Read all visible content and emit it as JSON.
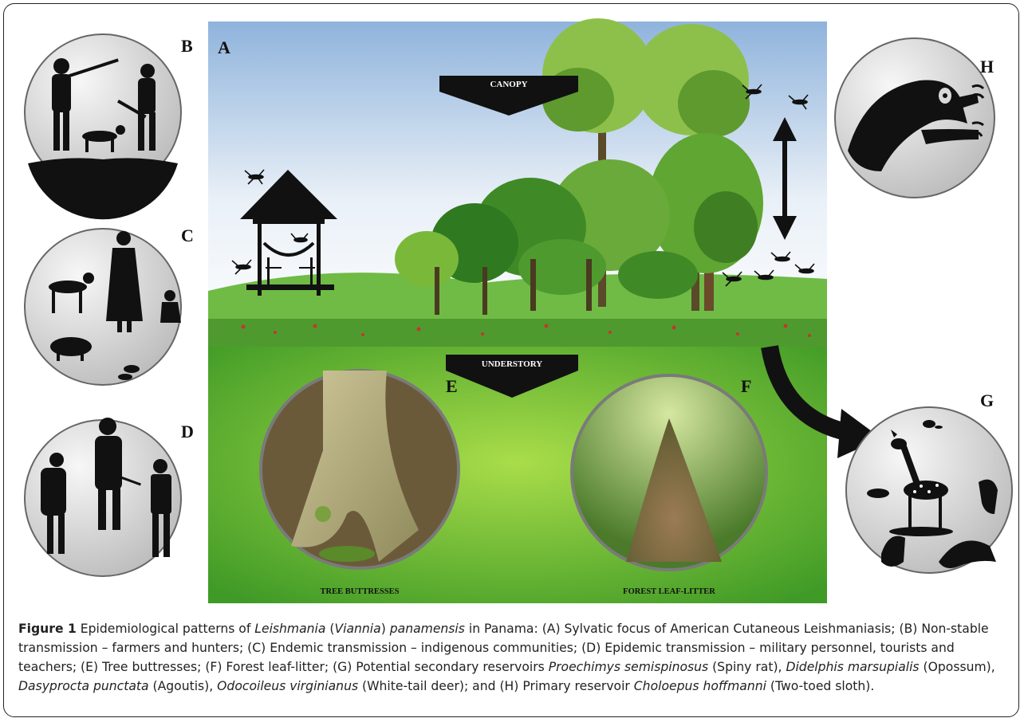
{
  "panels": {
    "A": "A",
    "B": "B",
    "C": "C",
    "D": "D",
    "E": "E",
    "F": "F",
    "G": "G",
    "H": "H"
  },
  "arrows": {
    "canopy": "CANOPY",
    "understory": "UNDERSTORY"
  },
  "photos": {
    "tree_buttresses": "TREE BUTTRESSES",
    "forest_leaf_litter": "FOREST LEAF-LITTER"
  },
  "caption": {
    "figure_label": "Figure 1",
    "t1": " Epidemiological patterns of ",
    "i1": "Leishmania",
    "t2": " (",
    "i2": "Viannia",
    "t3": ") ",
    "i3": "panamensis",
    "t4": " in Panama: (A) Sylvatic focus of American Cutaneous Leishmaniasis; (B) Non-stable transmission – farmers and hunters; (C) Endemic transmission – indigenous communities; (D) Epidemic transmission – military personnel, tourists and teachers; (E) Tree buttresses; (F) Forest leaf-litter; (G) Potential secondary reservoirs ",
    "i4": "Proechimys semispinosus",
    "t5": " (Spiny rat), ",
    "i5": "Didelphis marsupialis",
    "t6": " (Opossum), ",
    "i6": "Dasyprocta punctata",
    "t7": " (Agoutis), ",
    "i7": "Odocoileus virginianus",
    "t8": " (White-tail deer); and (H) Primary reservoir ",
    "i8": "Choloepus hoffmanni",
    "t9": " (Two-toed sloth)."
  },
  "colors": {
    "sky_top": "#8fb3dc",
    "grass": "#5aa83a",
    "understory_bg": "#5cb030",
    "tree_dark": "#2f7a20",
    "tree_light": "#7ab83a",
    "silhouette": "#111111",
    "circle_fill": "#d9d9d9"
  }
}
